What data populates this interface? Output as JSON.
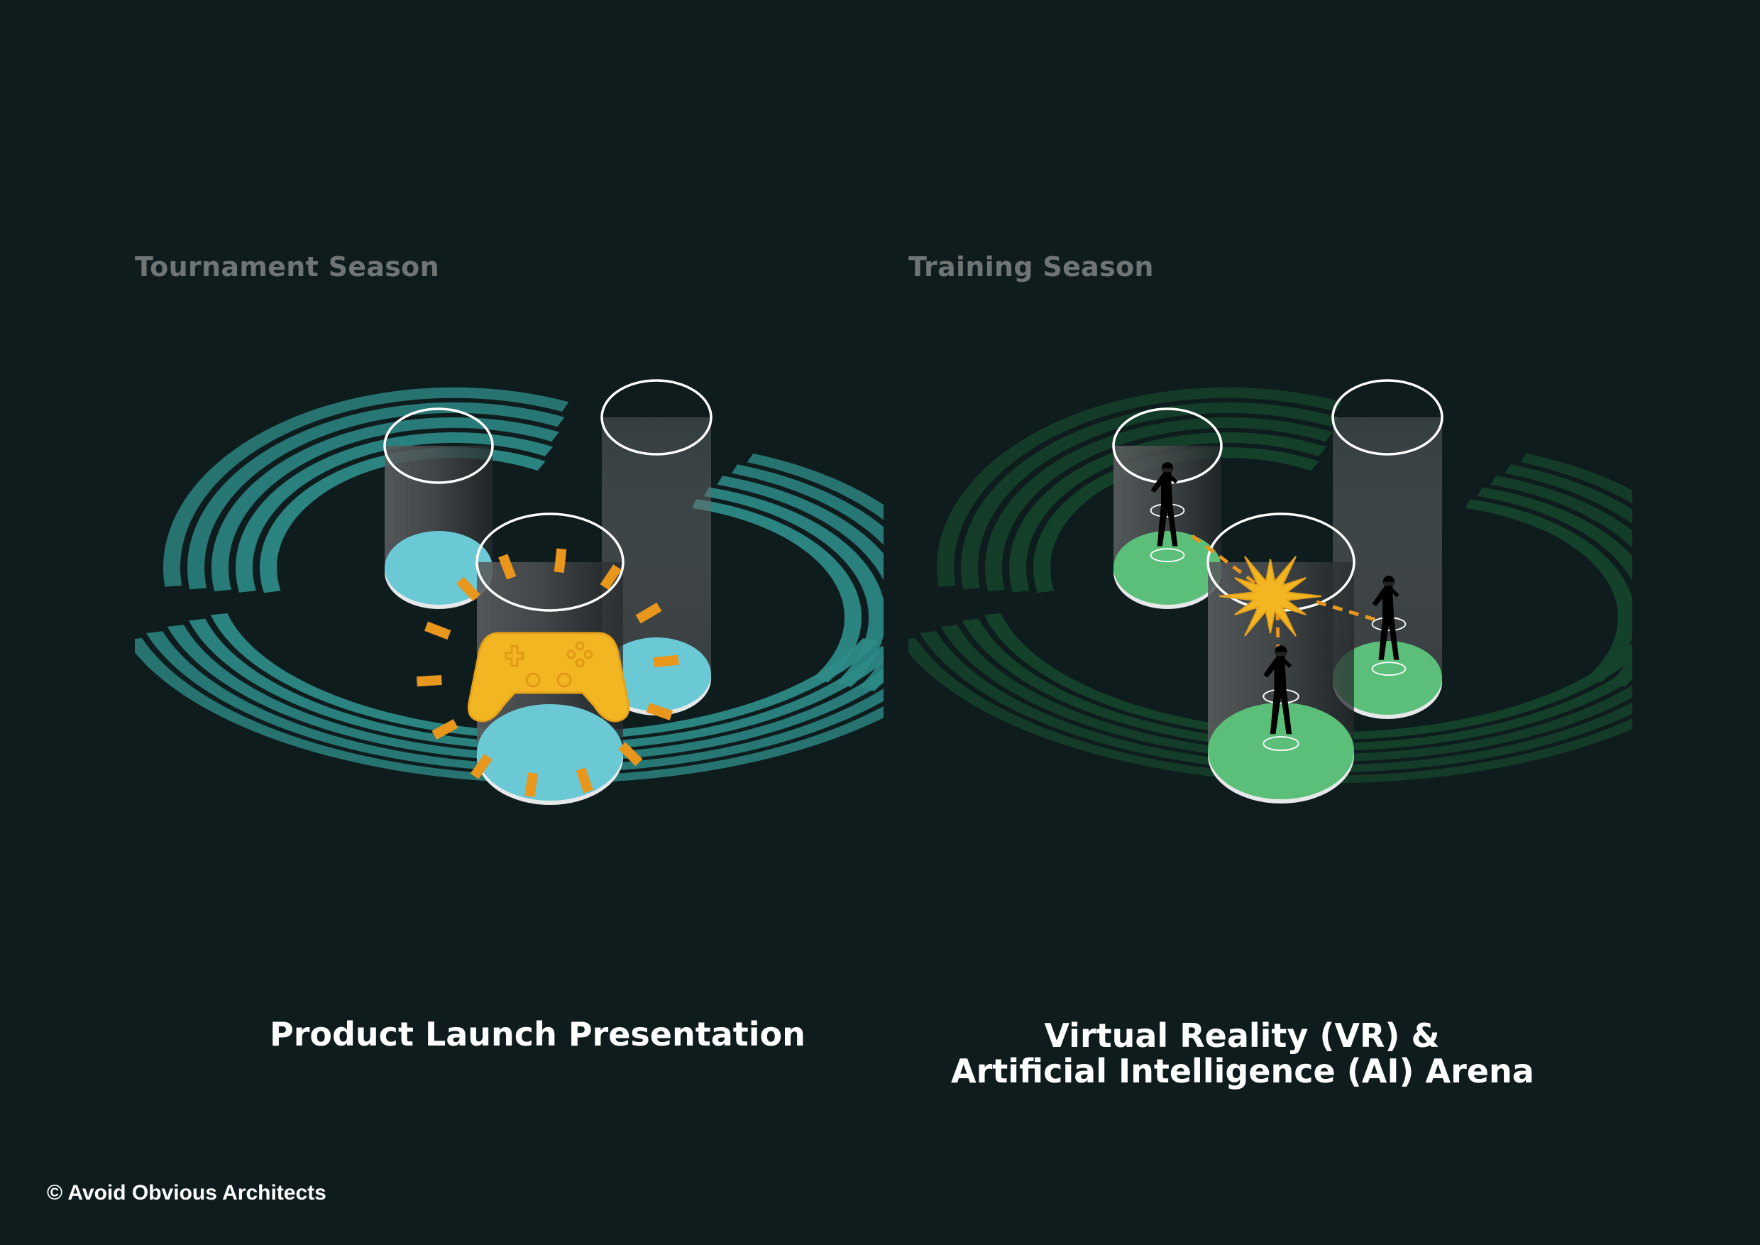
{
  "panels": [
    {
      "id": "tournament",
      "season_label": "Tournament Season",
      "caption": [
        "Product Launch Presentation"
      ],
      "accent_color": "#2d8a86",
      "platform_color": "#6bc9d6",
      "icon": "game-controller-icon"
    },
    {
      "id": "training",
      "season_label": "Training Season",
      "caption": [
        "Virtual Reality (VR) &",
        "Artificial Intelligence (AI) Arena"
      ],
      "accent_color": "#15432b",
      "platform_color": "#5bbf7a",
      "icon": "vr-player-icon"
    }
  ],
  "copyright": "© Avoid Obvious Architects",
  "colors": {
    "background": "#0f1c1e",
    "highlight": "#f2b623",
    "dash": "#e8961c"
  }
}
